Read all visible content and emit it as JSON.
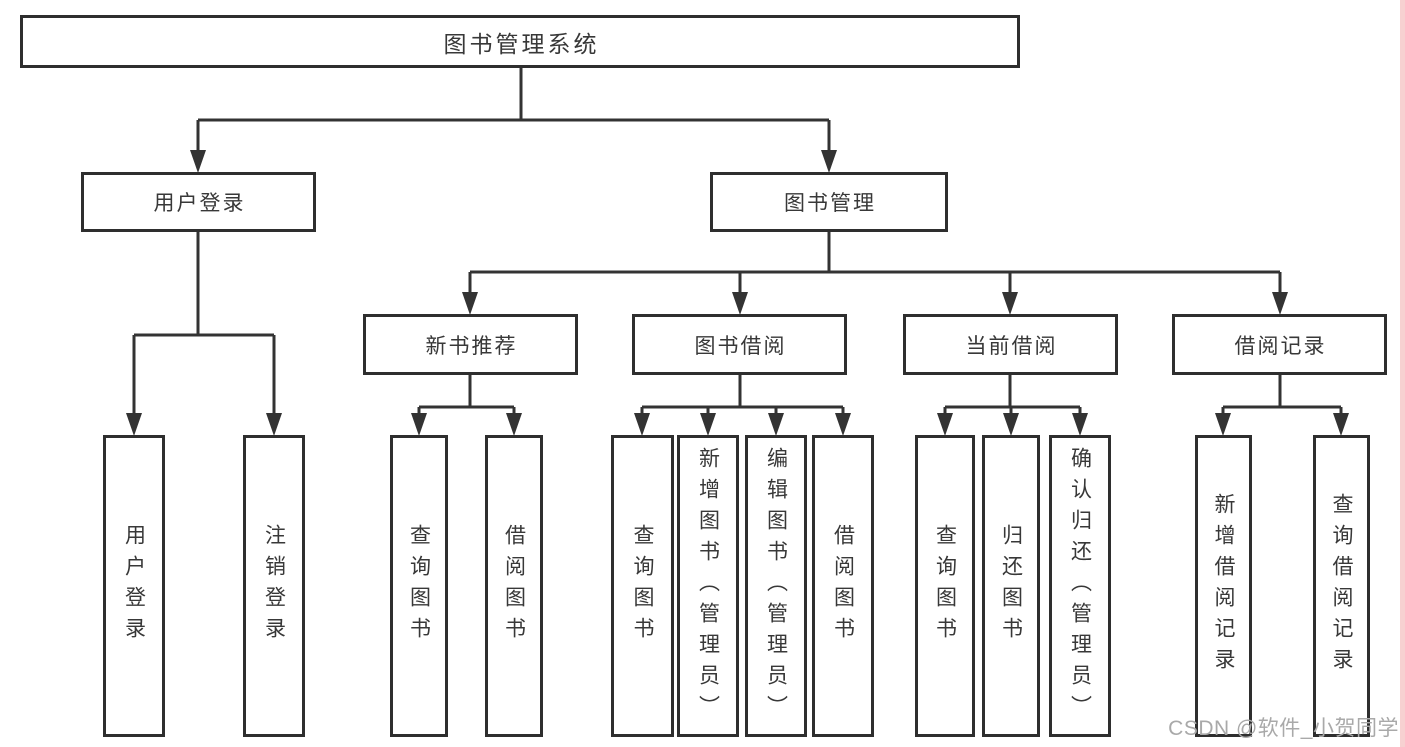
{
  "diagram": {
    "root": {
      "label": "图书管理系统"
    },
    "branches": [
      {
        "label": "用户登录",
        "children": [
          {
            "label": "用户登录"
          },
          {
            "label": "注销登录"
          }
        ]
      },
      {
        "label": "图书管理",
        "children": [
          {
            "label": "新书推荐",
            "children": [
              {
                "label": "查询图书"
              },
              {
                "label": "借阅图书"
              }
            ]
          },
          {
            "label": "图书借阅",
            "children": [
              {
                "label": "查询图书"
              },
              {
                "label": "新增图书（管理员）"
              },
              {
                "label": "编辑图书（管理员）"
              },
              {
                "label": "借阅图书"
              }
            ]
          },
          {
            "label": "当前借阅",
            "children": [
              {
                "label": "查询图书"
              },
              {
                "label": "归还图书"
              },
              {
                "label": "确认归还（管理员）"
              }
            ]
          },
          {
            "label": "借阅记录",
            "children": [
              {
                "label": "新增借阅记录"
              },
              {
                "label": "查询借阅记录"
              }
            ]
          }
        ]
      }
    ]
  },
  "watermark": {
    "text": "CSDN @软件_小贺同学"
  },
  "colors": {
    "line": "#333333",
    "box_border": "#2e2e2e",
    "box_background": "#ffffff",
    "text": "#383838",
    "watermark": "#a9a9a9",
    "right_strip": "#f6c9c9"
  }
}
